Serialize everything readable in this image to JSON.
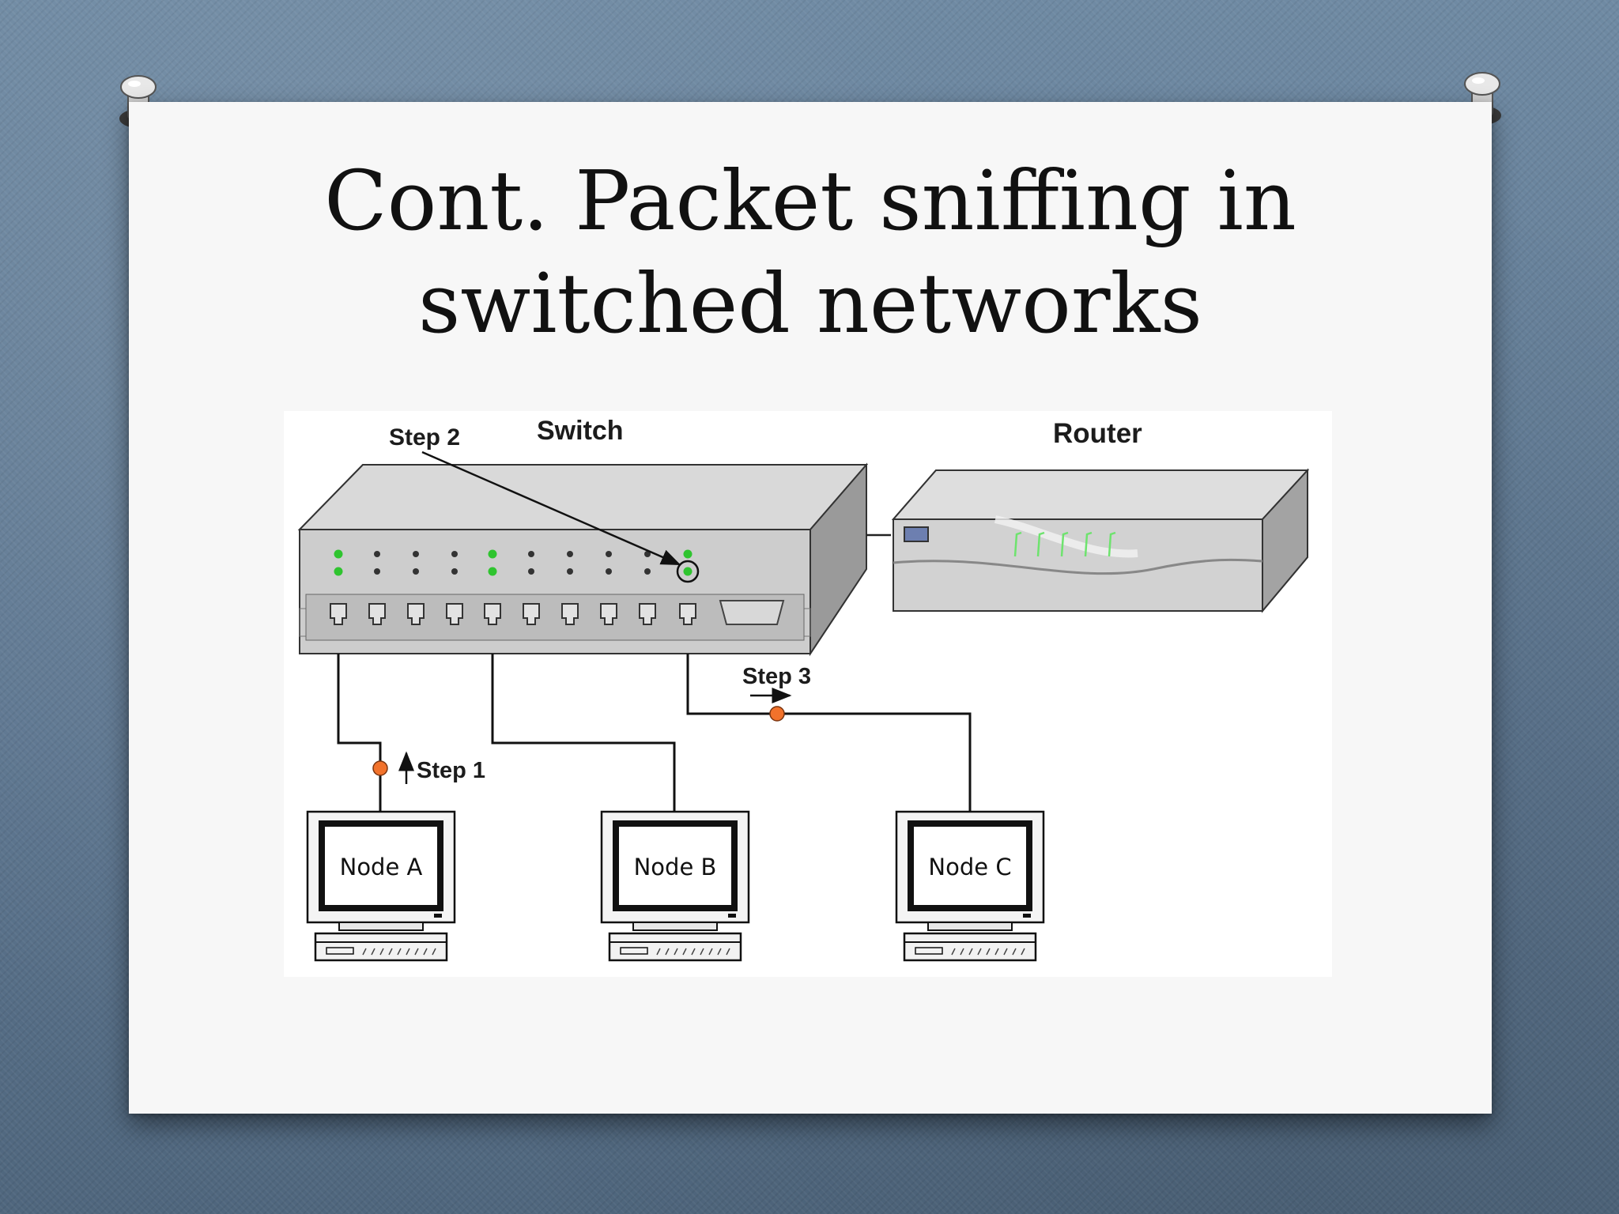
{
  "slide": {
    "title_line1": "Cont. Packet sniffing in",
    "title_line2": "switched networks"
  },
  "diagram": {
    "switch_label": "Switch",
    "router_label": "Router",
    "step1_label": "Step 1",
    "step2_label": "Step 2",
    "step3_label": "Step 3",
    "nodes": [
      "Node A",
      "Node B",
      "Node C"
    ],
    "colors": {
      "led_active": "#2fc42f",
      "packet": "#f2722b",
      "router_light": "#6ee36e"
    }
  }
}
